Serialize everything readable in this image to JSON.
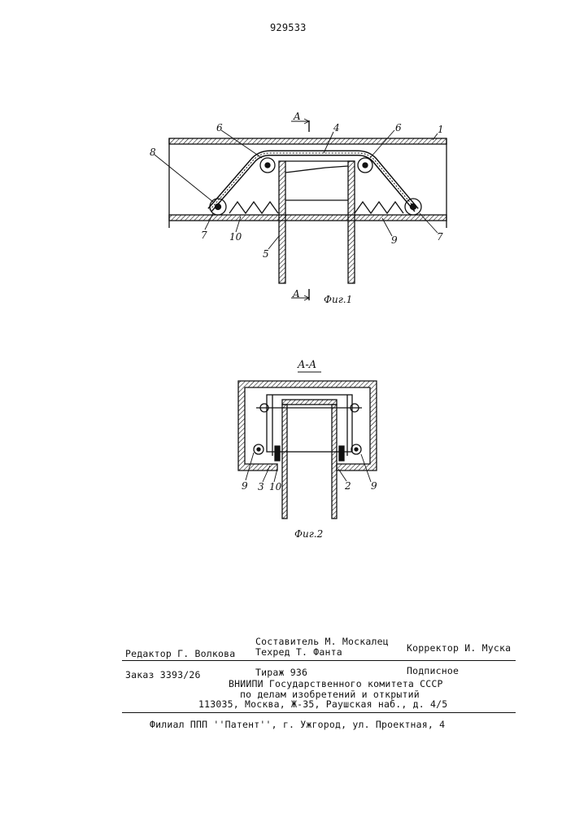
{
  "patent_number": "929533",
  "fig1": {
    "caption": "Фиг.1",
    "section_mark": "A",
    "labels": {
      "n1": "1",
      "n4": "4",
      "n5": "5",
      "n6a": "6",
      "n6b": "6",
      "n7a": "7",
      "n7b": "7",
      "n8": "8",
      "n9": "9",
      "n10": "10"
    }
  },
  "fig2": {
    "caption": "Фиг.2",
    "section_title": "A-A",
    "labels": {
      "n9a": "9",
      "n3": "3",
      "n10": "10",
      "n2": "2",
      "n9b": "9"
    }
  },
  "footer": {
    "compiler": "Составитель М. Москалец",
    "editor": "Редактор Г. Волкова",
    "techred": "Техред Т. Фанта",
    "corrector": "Корректор И. Муска",
    "order": "Заказ 3393/26",
    "circulation": "Тираж 936",
    "subscription": "Подписное",
    "org_line1": "ВНИИПИ Государственного комитета СССР",
    "org_line2": "по делам изобретений и открытий",
    "org_line3": "113035, Москва, Ж-35, Раушская наб., д. 4/5",
    "branch": "Филиал ППП ''Патент'', г. Ужгород, ул. Проектная, 4"
  }
}
